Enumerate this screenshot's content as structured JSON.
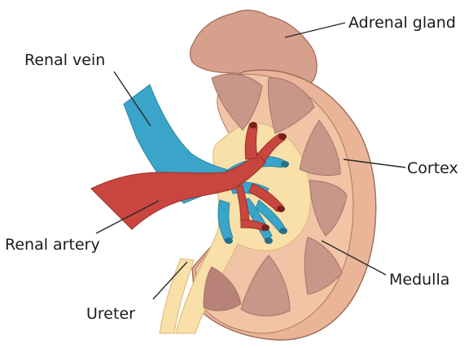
{
  "labels": {
    "adrenal_gland": "Adrenal gland",
    "renal_vein": "Renal vein",
    "cortex": "Cortex",
    "renal_artery": "Renal artery",
    "medulla": "Medulla",
    "ureter": "Ureter"
  },
  "colors": {
    "cortex": "#f0c4a4",
    "capsule_outline": "#9c6b55",
    "cut_edge": "#d8a48a",
    "pyramid": "#c9968a",
    "pyramid_dark": "#b88279",
    "pelvis": "#f8e0a8",
    "vein": "#3aa5c9",
    "artery": "#c8463f",
    "adrenal": "#d7a08c"
  }
}
